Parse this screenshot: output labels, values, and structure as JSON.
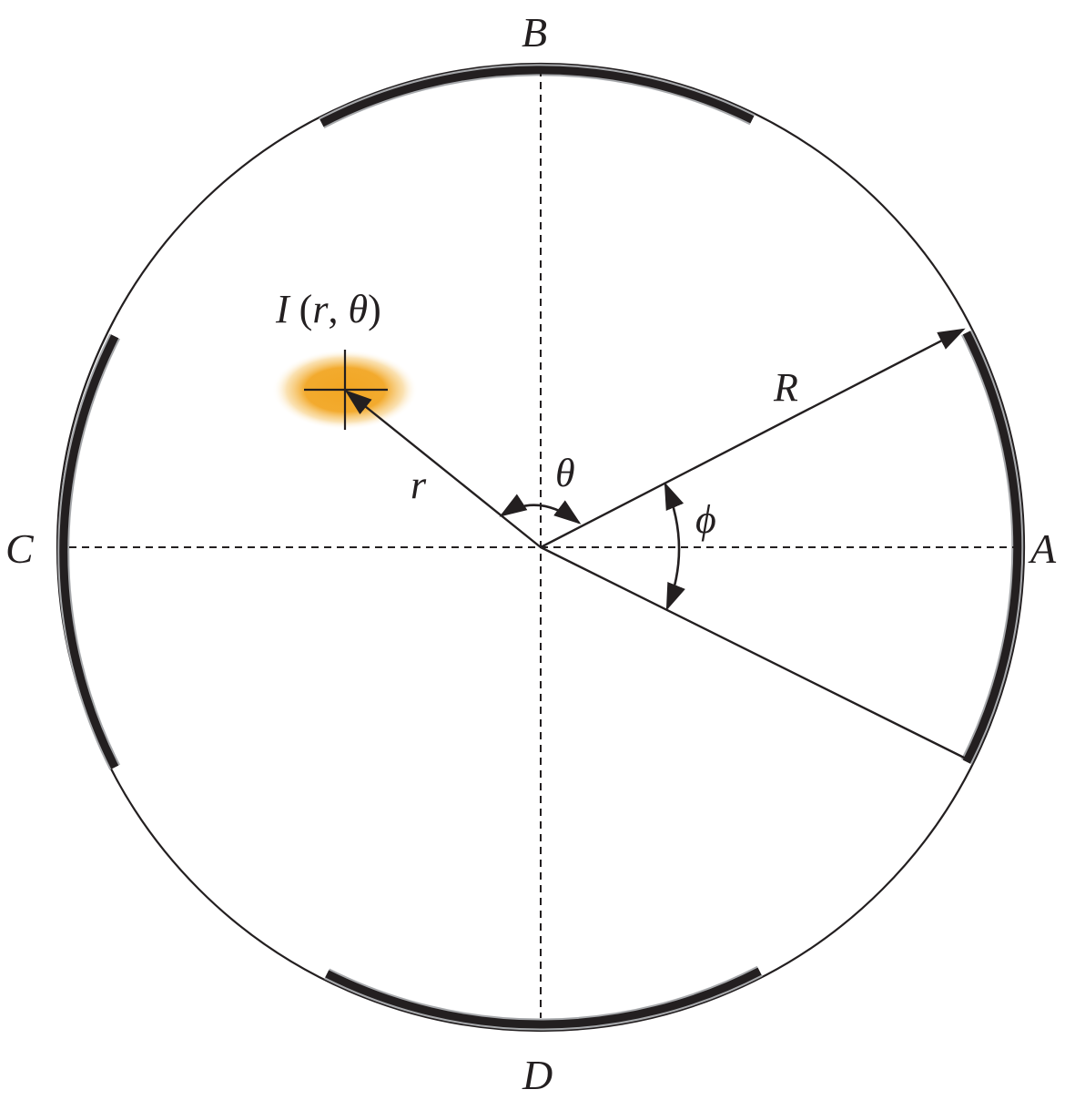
{
  "labels": {
    "electrode_a": "A",
    "electrode_b": "B",
    "electrode_c": "C",
    "electrode_d": "D",
    "radius_outer": "R",
    "radius_inner": "r",
    "angle_theta": "θ",
    "angle_phi": "ϕ"
  },
  "source_label": {
    "symbol": "I",
    "open_paren": " (",
    "r": "r",
    "comma": ", ",
    "theta": "θ",
    "close_paren": ")"
  },
  "colors": {
    "line": "#231f20",
    "electrode": "#231f20",
    "electrode_edge": "#a7a9ac",
    "source_glow": "#f2a623"
  }
}
